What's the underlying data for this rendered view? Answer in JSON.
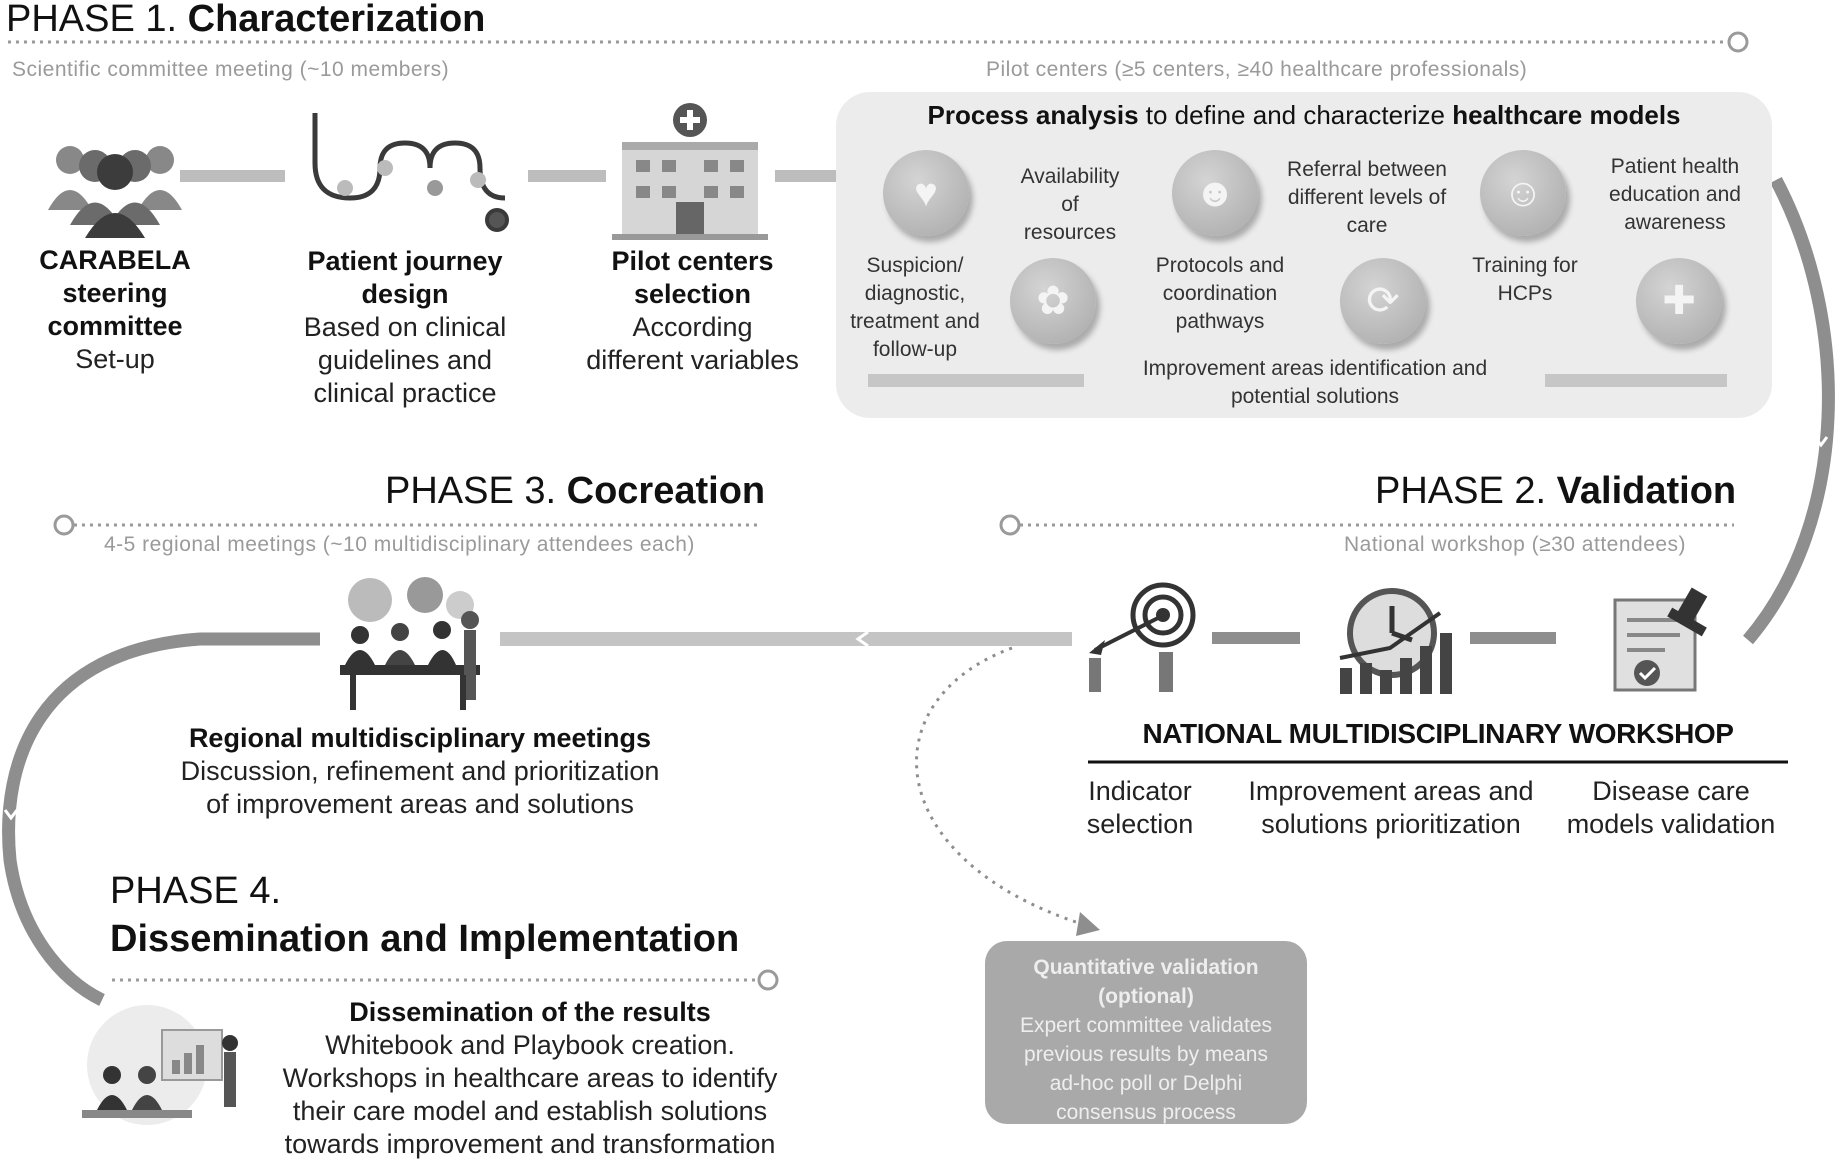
{
  "phase1": {
    "label": "PHASE 1. ",
    "name": "Characterization",
    "subtitle_left": "Scientific committee meeting (~10 members)",
    "subtitle_right": "Pilot centers (≥5 centers, ≥40 healthcare professionals)",
    "steps": [
      {
        "title_lines": [
          "CARABELA",
          "steering",
          "committee"
        ],
        "detail_lines": [
          "Set-up"
        ]
      },
      {
        "title_lines": [
          "Patient journey",
          "design"
        ],
        "detail_lines": [
          "Based on clinical",
          "guidelines and",
          "clinical practice"
        ]
      },
      {
        "title_lines": [
          "Pilot centers",
          "selection"
        ],
        "detail_lines": [
          "According",
          "different variables"
        ]
      }
    ],
    "process": {
      "title_bold_1": "Process analysis",
      "title_mid": " to define and characterize ",
      "title_bold_2": "healthcare models",
      "items": {
        "availability": [
          "Availability",
          "of",
          "resources"
        ],
        "referral": [
          "Referral between",
          "different levels of",
          "care"
        ],
        "education": [
          "Patient health",
          "education and",
          "awareness"
        ],
        "suspicion": [
          "Suspicion/",
          "diagnostic,",
          "treatment and",
          "follow-up"
        ],
        "protocols": [
          "Protocols and",
          "coordination",
          "pathways"
        ],
        "training": [
          "Training for",
          "HCPs"
        ],
        "improvement": [
          "Improvement areas identification and",
          "potential solutions"
        ]
      }
    }
  },
  "phase2": {
    "label": "PHASE 2. ",
    "name": "Validation",
    "subtitle": "National workshop (≥30 attendees)",
    "workshop_title": "NATIONAL MULTIDISCIPLINARY WORKSHOP",
    "items": [
      [
        "Indicator",
        "selection"
      ],
      [
        "Improvement areas and",
        "solutions prioritization"
      ],
      [
        "Disease care",
        "models validation"
      ]
    ],
    "quantitative": {
      "title_lines": [
        "Quantitative validation",
        "(optional)"
      ],
      "detail_lines": [
        "Expert committee validates",
        "previous results by means",
        "ad-hoc poll or Delphi",
        "consensus process"
      ]
    }
  },
  "phase3": {
    "label": "PHASE 3. ",
    "name": "Cocreation",
    "subtitle": "4-5 regional meetings (~10 multidisciplinary attendees each)",
    "title": "Regional multidisciplinary meetings",
    "detail_lines": [
      "Discussion, refinement and prioritization",
      "of improvement areas and solutions"
    ]
  },
  "phase4": {
    "label": "PHASE 4.",
    "name": "Dissemination and Implementation",
    "title": "Dissemination of the results",
    "detail_lines": [
      "Whitebook and Playbook creation.",
      "Workshops in healthcare areas to identify",
      "their care model and establish solutions",
      "towards improvement and transformation"
    ]
  },
  "colors": {
    "connector": "#b0b0b0",
    "flow": "#8e8e8e",
    "panel": "#ececec",
    "box": "#a9a9a9"
  },
  "icons": [
    "people-group-icon",
    "stethoscope-icon",
    "hospital-icon",
    "magnifier-heart-icon",
    "dna-microscope-icon",
    "network-people-icon",
    "cycle-icon",
    "doctor-icon",
    "hands-cross-icon",
    "target-icon",
    "clock-chart-icon",
    "document-stamp-icon",
    "meeting-icon",
    "presentation-icon"
  ]
}
